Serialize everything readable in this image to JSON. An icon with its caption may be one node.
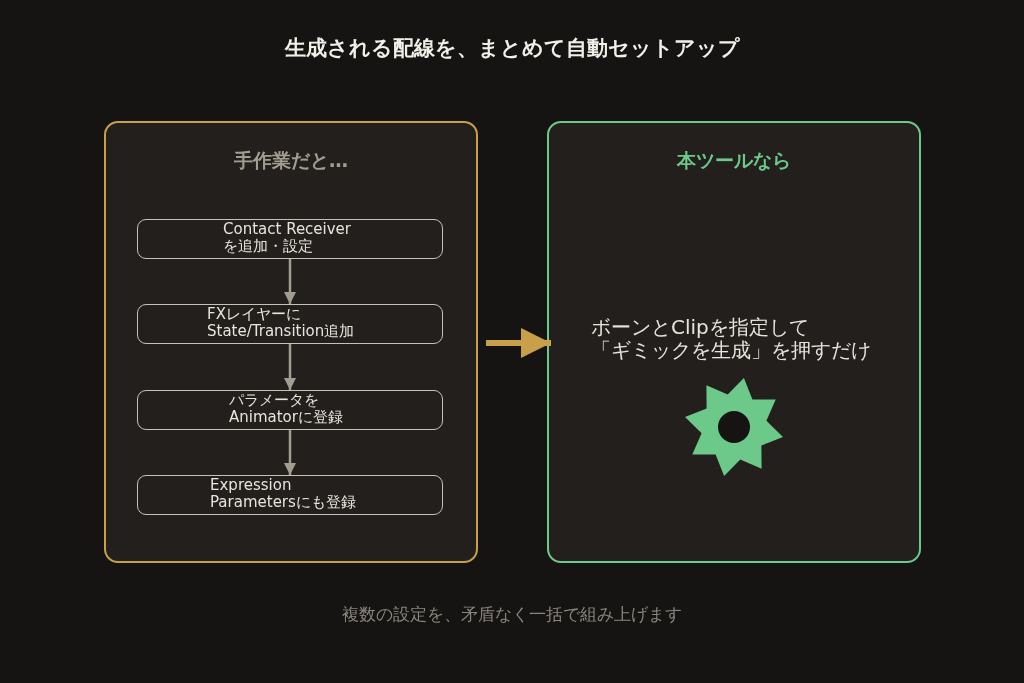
{
  "diagram": {
    "title": "生成される配線を、まとめて自動セットアップ",
    "nodes": [
      {
        "text": [
          "手作業だと…"
        ]
      },
      {
        "text": [
          "Contact Receiverを追加・設定"
        ],
        "in": 0
      },
      {
        "text": [
          "FXレイヤーにState/Transition追加"
        ],
        "in": 0
      },
      {
        "text": [
          "パラメータをAnimatorに登録"
        ],
        "in": 0
      },
      {
        "text": [
          "Expression Parametersにも登録"
        ],
        "in": 0
      },
      {
        "text": [
          "本ツールなら",
          "ボーンとClipを指定して「ギミックを生成」を押すだけ"
        ]
      }
    ],
    "edges": [
      {
        "from": 1,
        "to": 2,
        "arrow": "to"
      },
      {
        "from": 2,
        "to": 3,
        "arrow": "to"
      },
      {
        "from": 3,
        "to": 4,
        "arrow": "to"
      },
      {
        "from": 0,
        "to": 5,
        "arrow": "to",
        "style": "thick",
        "color": "#c9a04a"
      }
    ],
    "caption": "複数の設定を、矛盾なく一括で組み上げます"
  }
}
